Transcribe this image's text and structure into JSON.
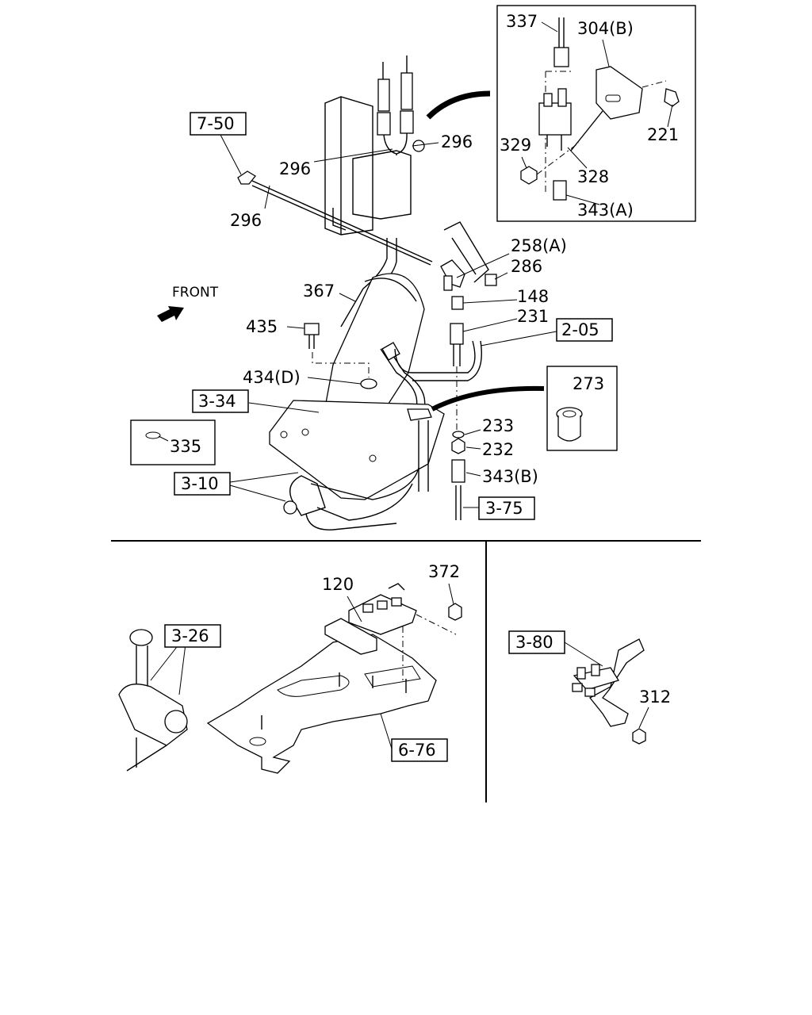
{
  "callouts": {
    "c337": "337",
    "c304b": "304(B)",
    "c221": "221",
    "c329": "329",
    "c328": "328",
    "c343a": "343(A)",
    "c296a": "296",
    "c296b": "296",
    "c296c": "296",
    "c258a": "258(A)",
    "c286": "286",
    "c148": "148",
    "c231": "231",
    "c367": "367",
    "c435": "435",
    "c434d": "434(D)",
    "c273": "273",
    "c233": "233",
    "c232": "232",
    "c343b": "343(B)",
    "c335": "335",
    "c120": "120",
    "c372": "372",
    "c312": "312",
    "front": "FRONT"
  },
  "refs": {
    "r750": "7-50",
    "r205": "2-05",
    "r334": "3-34",
    "r310": "3-10",
    "r375": "3-75",
    "r326": "3-26",
    "r676": "6-76",
    "r380": "3-80"
  }
}
